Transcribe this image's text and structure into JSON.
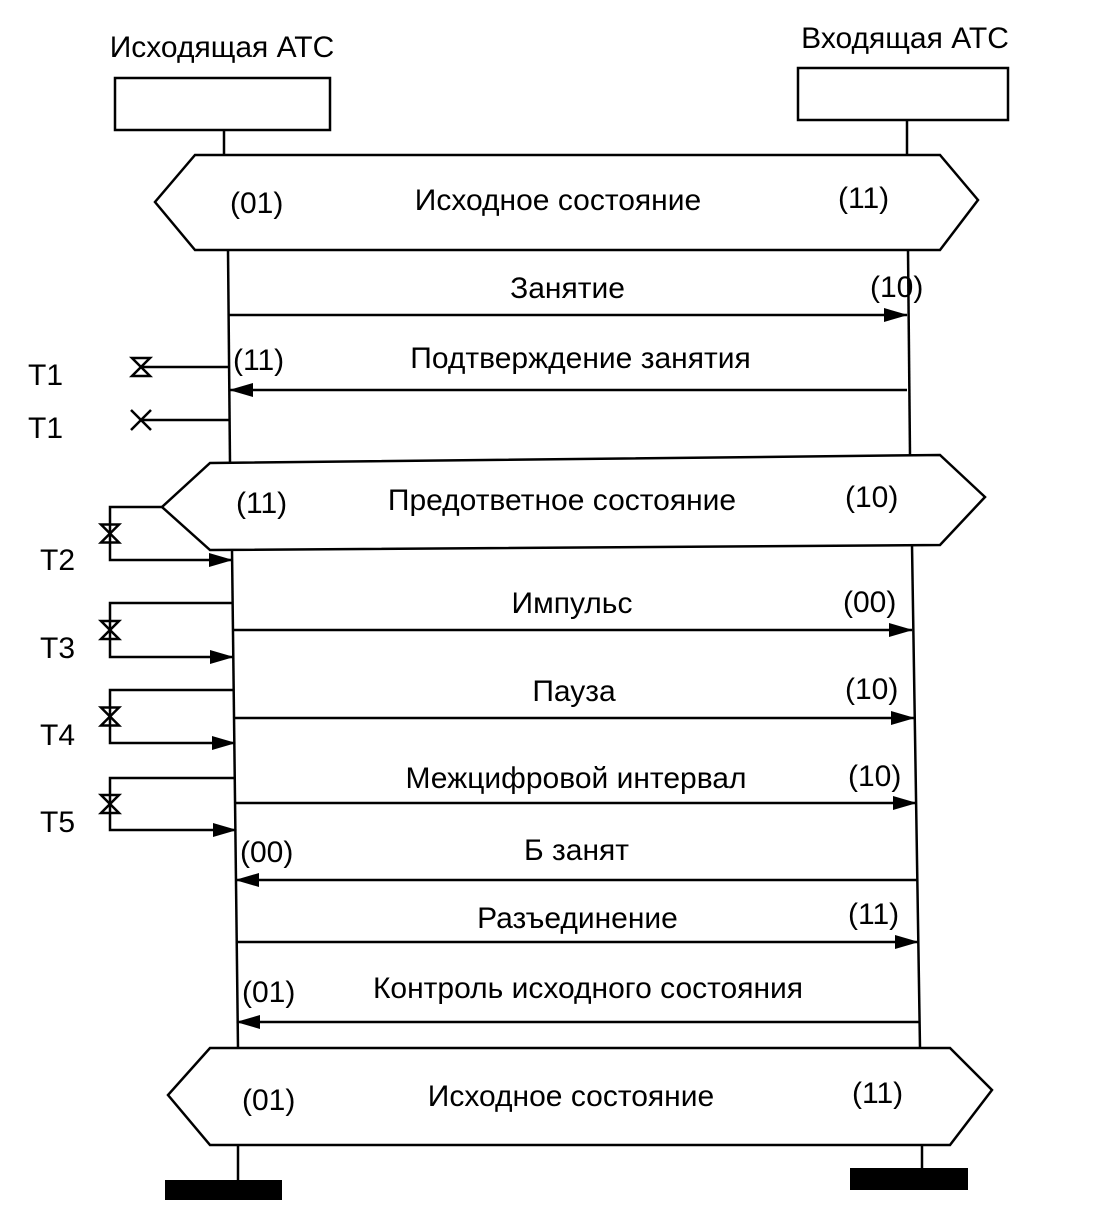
{
  "entities": {
    "left": "Исходящая АТС",
    "right": "Входящая АТС"
  },
  "states": [
    {
      "label": "Исходное состояние",
      "left_code": "(01)",
      "right_code": "(11)"
    },
    {
      "label": "Предответное состояние",
      "left_code": "(11)",
      "right_code": "(10)"
    },
    {
      "label": "Исходное состояние",
      "left_code": "(01)",
      "right_code": "(11)"
    }
  ],
  "messages": [
    {
      "label": "Занятие",
      "code": "(10)",
      "direction": "right"
    },
    {
      "label": "Подтверждение занятия",
      "code": "(11)",
      "direction": "left"
    },
    {
      "label": "Импульс",
      "code": "(00)",
      "direction": "right"
    },
    {
      "label": "Пауза",
      "code": "(10)",
      "direction": "right"
    },
    {
      "label": "Межцифровой интервал",
      "code": "(10)",
      "direction": "right"
    },
    {
      "label": "Б занят",
      "code": "(00)",
      "direction": "left"
    },
    {
      "label": "Разъединение",
      "code": "(11)",
      "direction": "right"
    },
    {
      "label": "Контроль исходного состояния",
      "code": "(01)",
      "direction": "left"
    }
  ],
  "timers": [
    "T1",
    "T1",
    "T2",
    "T3",
    "T4",
    "T5"
  ]
}
